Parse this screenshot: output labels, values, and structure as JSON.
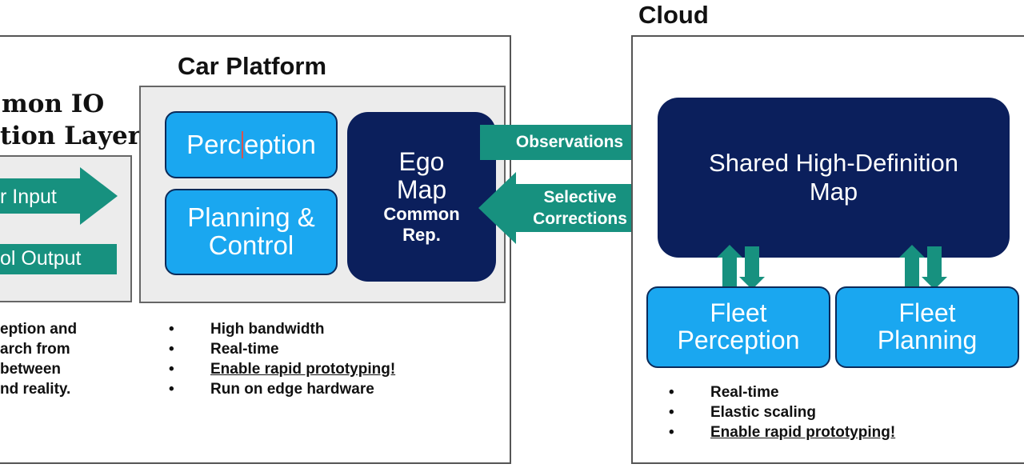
{
  "io_layer": {
    "title_line1": "mon IO",
    "title_line2": "tion Layer",
    "input_label": "r Input",
    "output_label": "ol Output",
    "notes": [
      "eption and",
      "arch from",
      "between",
      "nd reality."
    ]
  },
  "car_platform": {
    "title": "Car Platform",
    "perception_pre": "Perc",
    "perception_post": "eption",
    "planning_line1": "Planning &",
    "planning_line2": "Control",
    "ego_line1": "Ego",
    "ego_line2": "Map",
    "ego_line3": "Common",
    "ego_line4": "Rep.",
    "bullets": [
      "High bandwidth",
      "Real-time",
      "Enable rapid prototyping!",
      "Run on edge hardware"
    ]
  },
  "links": {
    "observations": "Observations",
    "corrections_line1": "Selective",
    "corrections_line2": "Corrections"
  },
  "cloud": {
    "title": "Cloud",
    "map_line1": "Shared High-Definition",
    "map_line2": "Map",
    "fleet_perception_line1": "Fleet",
    "fleet_perception_line2": "Perception",
    "fleet_planning_line1": "Fleet",
    "fleet_planning_line2": "Planning",
    "bullets": [
      "Real-time",
      "Elastic scaling",
      "Enable rapid prototyping!"
    ]
  },
  "colors": {
    "light_box": "#1aa7f0",
    "dark_box": "#0b1f5c",
    "arrow": "#17917f"
  }
}
